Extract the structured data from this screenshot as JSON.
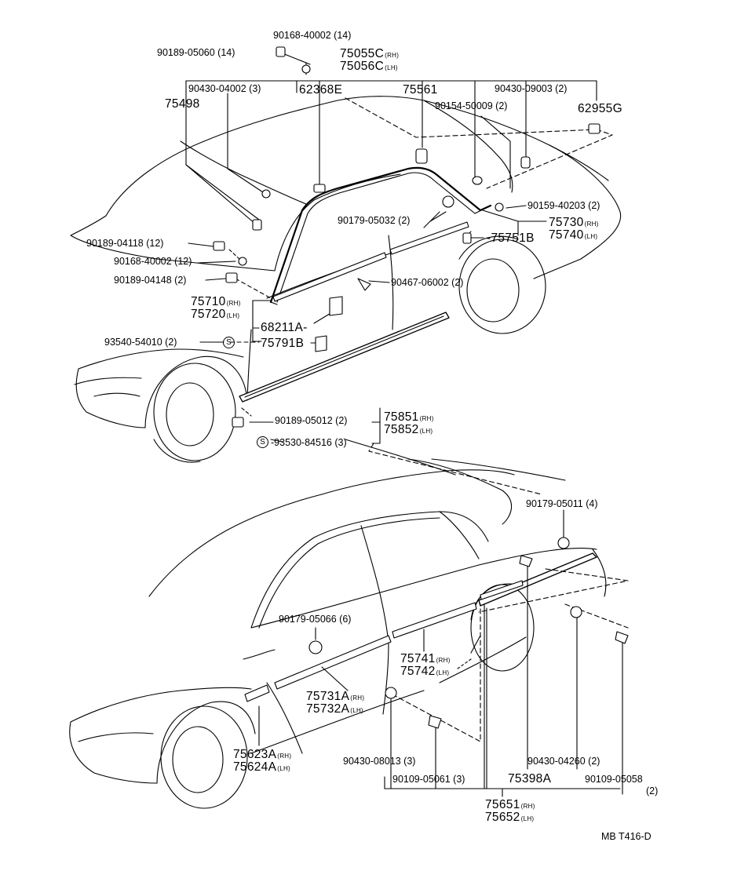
{
  "labels": {
    "p90168_40002_14": "90168-40002 (14)",
    "p90189_05060_14": "90189-05060 (14)",
    "p75055C": "75055C",
    "p75056C": "75056C",
    "p90430_04002_3": "90430-04002 (3)",
    "p62368E": "62368E",
    "p75561": "75561",
    "p90430_09003_2": "90430-09003 (2)",
    "p75498": "75498",
    "p90154_50009_2": "90154-50009 (2)",
    "p62955G": "62955G",
    "p90159_40203_2": "90159-40203 (2)",
    "p90179_05032_2": "90179-05032 (2)",
    "p75730": "75730",
    "p75740": "75740",
    "p75751B": "75751B",
    "p90189_04118_12": "90189-04118 (12)",
    "p90168_40002_12": "90168-40002 (12)",
    "p90189_04148_2": "90189-04148 (2)",
    "p90467_06002_2": "90467-06002 (2)",
    "p75710": "75710",
    "p75720": "75720",
    "p68211A": "68211A",
    "p93540_54010_2": "93540-54010 (2)",
    "p75791B": "75791B",
    "p90189_05012_2": "90189-05012 (2)",
    "p75851": "75851",
    "p75852": "75852",
    "p93530_84516_3": "93530-84516 (3)",
    "p90179_05011_4": "90179-05011 (4)",
    "p90179_05066_6": "90179-05066 (6)",
    "p75741": "75741",
    "p75742": "75742",
    "p75731A": "75731A",
    "p75732A": "75732A",
    "p75623A": "75623A",
    "p75624A": "75624A",
    "p90430_08013_3": "90430-08013 (3)",
    "p90109_05061_3": "90109-05061 (3)",
    "p75398A": "75398A",
    "p90430_04260_2": "90430-04260 (2)",
    "p90109_05058": "90109-05058",
    "p90109_05058_qty": "(2)",
    "p75651": "75651",
    "p75652": "75652",
    "drawing_code": "MB T416-D"
  },
  "side": {
    "rh": "(RH)",
    "lh": "(LH)"
  },
  "symbol": "S"
}
